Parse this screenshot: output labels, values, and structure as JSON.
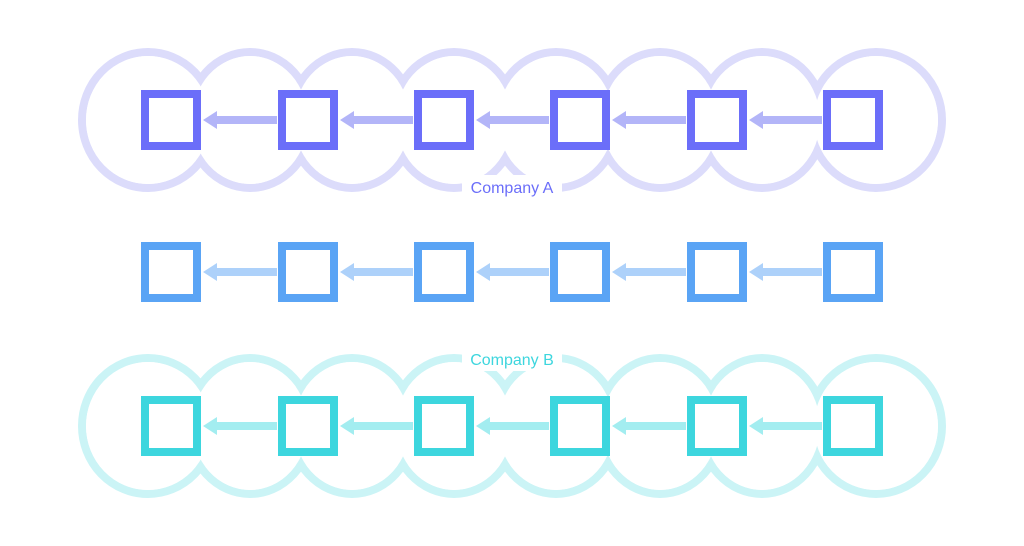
{
  "diagram": {
    "rows": [
      {
        "id": "row-a",
        "label": "Company A",
        "has_cloud": true,
        "label_position": "below",
        "color": "#6B6EF9",
        "arrow_color": "#B3B5F8",
        "cloud_color": "#DCDCFB",
        "blocks": 6,
        "arrow_direction": "right-to-left"
      },
      {
        "id": "row-mid",
        "label": "",
        "has_cloud": false,
        "color": "#5AA4F5",
        "arrow_color": "#ADD1FA",
        "blocks": 6,
        "arrow_direction": "right-to-left"
      },
      {
        "id": "row-b",
        "label": "Company B",
        "has_cloud": true,
        "label_position": "above",
        "color": "#3DD6DE",
        "arrow_color": "#A3EDF0",
        "cloud_color": "#CBF4F6",
        "blocks": 6,
        "arrow_direction": "right-to-left"
      }
    ]
  }
}
